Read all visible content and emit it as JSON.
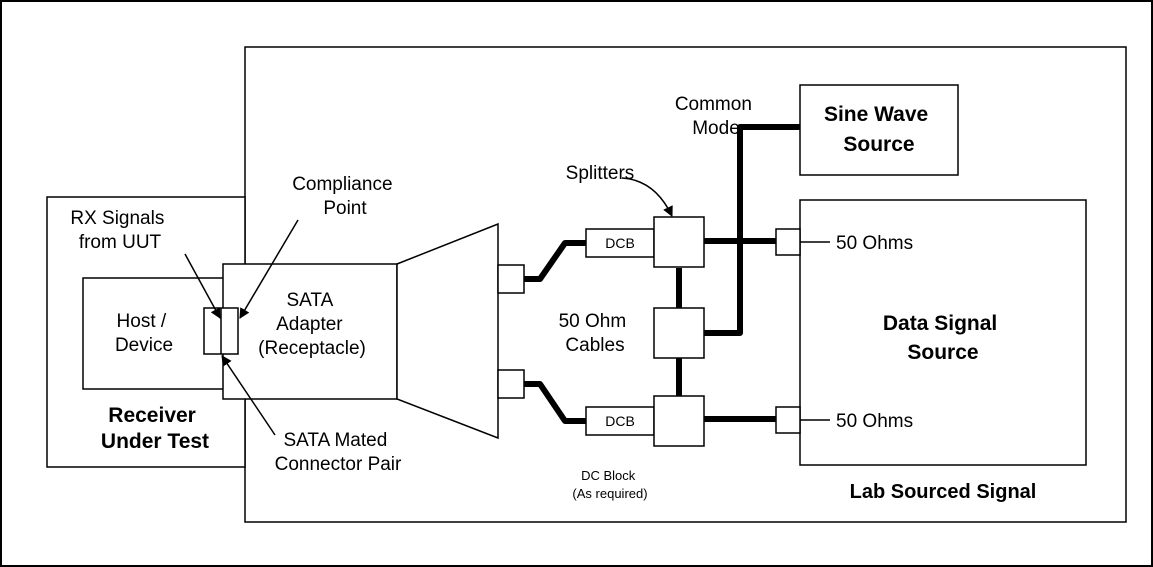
{
  "labels": {
    "rx_signals": [
      "RX Signals",
      "from UUT"
    ],
    "compliance_point": [
      "Compliance",
      "Point"
    ],
    "host_device": [
      "Host /",
      "Device"
    ],
    "sata_adapter": [
      "SATA",
      "Adapter",
      "(Receptacle)"
    ],
    "receiver_under_test": [
      "Receiver",
      "Under Test"
    ],
    "sata_mated": [
      "SATA Mated",
      "Connector Pair"
    ],
    "cables": [
      "50 Ohm",
      "Cables"
    ],
    "splitters": "Splitters",
    "common_mode": [
      "Common",
      "Mode"
    ],
    "sine_wave_source": [
      "Sine Wave",
      "Source"
    ],
    "data_signal_source": [
      "Data Signal",
      "Source"
    ],
    "ohms_top": "50 Ohms",
    "ohms_bottom": "50 Ohms",
    "dcb_top": "DCB",
    "dcb_bottom": "DCB",
    "dc_block": [
      "DC Block",
      "(As required)"
    ],
    "lab_sourced_signal": "Lab Sourced Signal"
  }
}
